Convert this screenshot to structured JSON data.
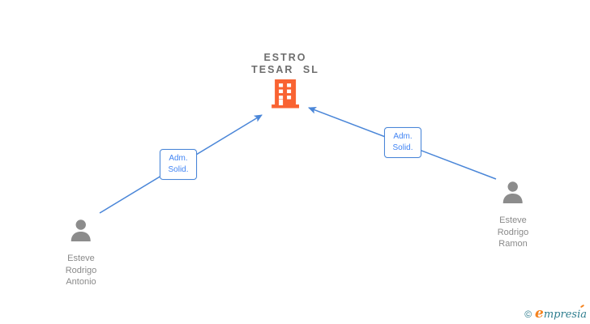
{
  "company": {
    "name_line1": "ESTRO",
    "name_line2": "TESAR SL"
  },
  "people": [
    {
      "line1": "Esteve",
      "line2": "Rodrigo",
      "line3": "Antonio"
    },
    {
      "line1": "Esteve",
      "line2": "Rodrigo",
      "line3": "Ramon"
    }
  ],
  "relationships": [
    {
      "label_line1": "Adm.",
      "label_line2": "Solid."
    },
    {
      "label_line1": "Adm.",
      "label_line2": "Solid."
    }
  ],
  "colors": {
    "arrow_blue": "#4a86d8",
    "label_blue": "#4285f4",
    "company_orange": "#f96332",
    "person_gray": "#8c8c8c",
    "name_text_gray": "#8a8a8a",
    "title_gray": "#6e6e6e",
    "logo_teal": "#2e7d8e",
    "logo_orange": "#f5831f"
  },
  "footer": {
    "copyright": "©",
    "brand_initial": "e",
    "brand_rest": "mpresia"
  }
}
